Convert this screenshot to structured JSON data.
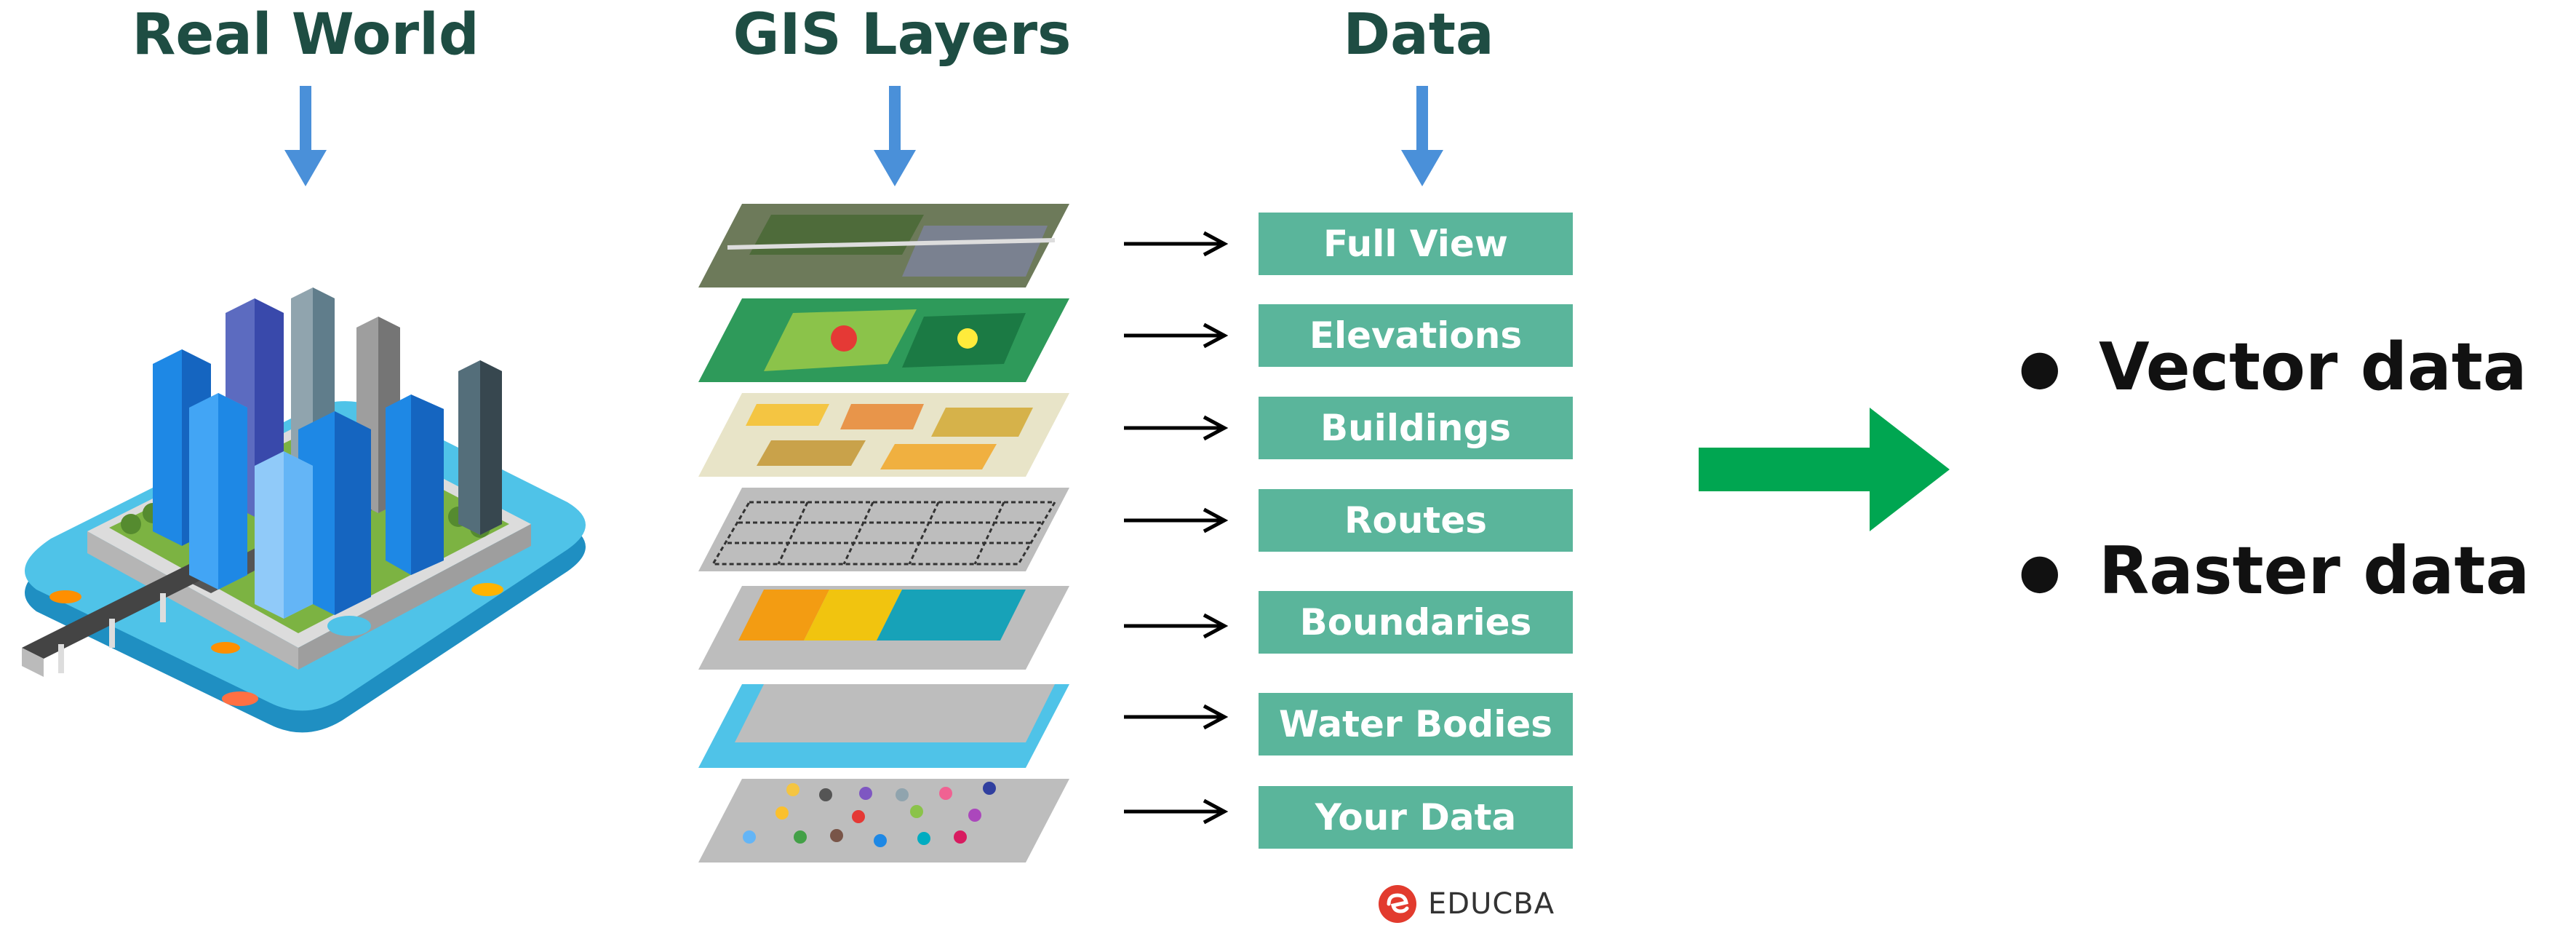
{
  "columns": {
    "real_world": "Real World",
    "gis_layers": "GIS Layers",
    "data": "Data"
  },
  "data_labels": [
    "Full View",
    "Elevations",
    "Buildings",
    "Routes",
    "Boundaries",
    "Water Bodies",
    "Your Data"
  ],
  "data_types": [
    "Vector data",
    "Raster data"
  ],
  "logo": "EDUCBA",
  "colors": {
    "heading": "#1e4d43",
    "down_arrow": "#4a90d9",
    "label_box": "#5ab59b",
    "big_arrow": "#00a651",
    "water": "#4fc3e8",
    "layer_gray": "#bdbdbd",
    "logo_red": "#e23b2e"
  }
}
